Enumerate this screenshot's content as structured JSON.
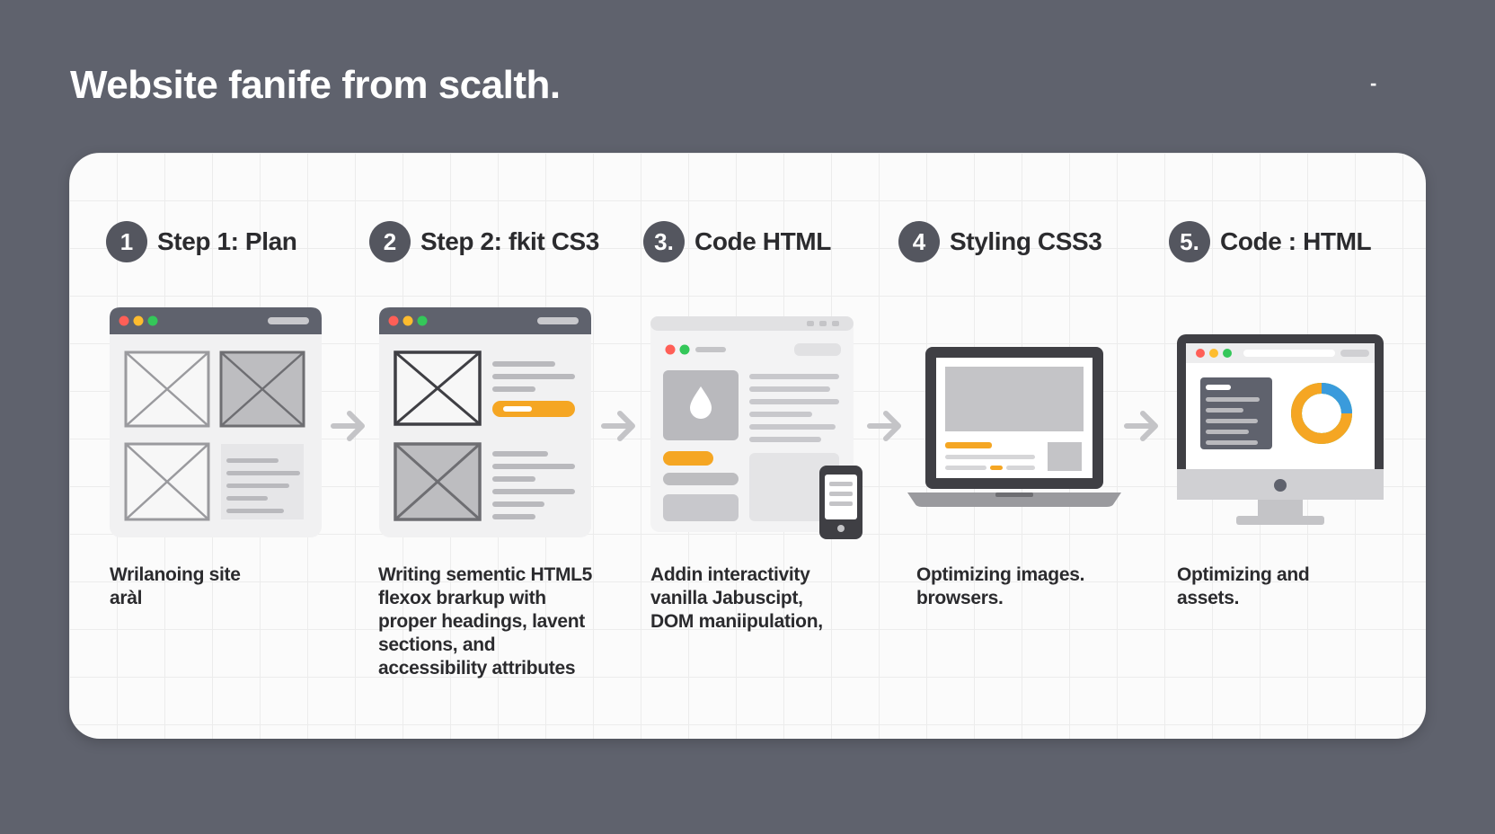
{
  "header": {
    "title": "Website fanife from scalth.",
    "corner_mark": "-"
  },
  "steps": [
    {
      "number": "1",
      "title": "Step 1: Plan",
      "description": [
        "Wrilanoing site",
        "aràl"
      ]
    },
    {
      "number": "2",
      "title": "Step 2: fkit CS3",
      "description": [
        "Writing sementic HTML5",
        "flexox brarkup with",
        "proper headings, lavent",
        "sections, and",
        "accessibility attributes"
      ]
    },
    {
      "number": "3.",
      "title": "Code HTML",
      "description": [
        "Addin interactivity",
        "vanilla Jabuscipt,",
        "DOM maniipulation,"
      ]
    },
    {
      "number": "4",
      "title": "Styling CSS3",
      "description": [
        "Optimizing images.",
        "browsers."
      ]
    },
    {
      "number": "5.",
      "title": "Code : HTML",
      "description": [
        "Optimizing and",
        "assets."
      ]
    }
  ],
  "illustrations": [
    "wireframe-browser",
    "layout-browser",
    "interactive-page-with-phone",
    "laptop",
    "desktop-monitor-dashboard"
  ],
  "colors": {
    "background": "#5f626d",
    "card": "#fbfbfb",
    "badge": "#54565f",
    "accent_orange": "#f5a623",
    "green": "#34c759",
    "red": "#ff5f57",
    "yellow": "#febc2e"
  }
}
